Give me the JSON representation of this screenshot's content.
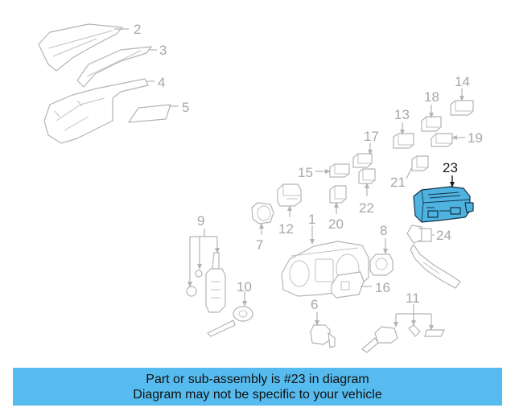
{
  "diagram": {
    "highlighted_part": "23",
    "part_numbers": [
      "2",
      "3",
      "4",
      "5",
      "14",
      "18",
      "13",
      "19",
      "17",
      "15",
      "21",
      "23",
      "9",
      "12",
      "1",
      "20",
      "22",
      "7",
      "8",
      "24",
      "10",
      "16",
      "6",
      "11"
    ]
  },
  "caption": {
    "line1": "Part or sub-assembly is #23 in diagram",
    "line2": "Diagram may not be specific to your vehicle"
  },
  "colors": {
    "highlight_fill": "#4fb3df",
    "caption_background": "#56bbee",
    "line_art": "#b4b4b4"
  }
}
